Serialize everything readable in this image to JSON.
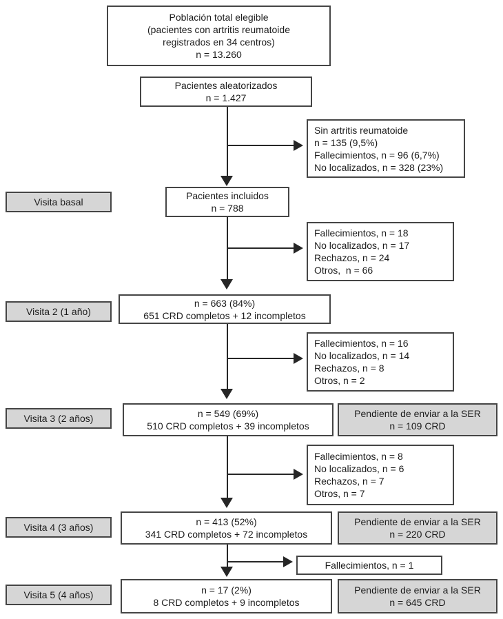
{
  "flowchart": {
    "colors": {
      "box_border": "#454545",
      "gray_fill": "#d6d6d6",
      "white_fill": "#ffffff",
      "line": "#262626",
      "text": "#1c1c1c"
    },
    "main_boxes": {
      "eligible": {
        "lines": [
          "Población total elegible",
          "(pacientes con artritis reumatoide",
          "registrados en 34 centros)",
          "n = 13.260"
        ]
      },
      "randomized": {
        "lines": [
          "Pacientes aleatorizados",
          "n = 1.427"
        ]
      },
      "included": {
        "lines": [
          "Pacientes incluidos",
          "n = 788"
        ]
      },
      "visit2": {
        "lines": [
          "n = 663 (84%)",
          "651 CRD completos + 12 incompletos"
        ]
      },
      "visit3": {
        "lines": [
          "n = 549 (69%)",
          "510 CRD completos + 39 incompletos"
        ]
      },
      "visit4": {
        "lines": [
          "n = 413 (52%)",
          "341 CRD completos + 72 incompletos"
        ]
      },
      "visit5": {
        "lines": [
          "n = 17 (2%)",
          "8 CRD completos + 9 incompletos"
        ]
      }
    },
    "visit_labels": {
      "basal": "Visita basal",
      "v2": "Visita 2 (1 año)",
      "v3": "Visita 3 (2 años)",
      "v4": "Visita 4 (3 años)",
      "v5": "Visita 5 (4 años)"
    },
    "exclusion_boxes": {
      "after_randomized": {
        "lines": [
          "Sin artritis reumatoide",
          "n = 135 (9,5%)",
          "Fallecimientos, n = 96 (6,7%)",
          "No localizados, n = 328 (23%)"
        ]
      },
      "after_included": {
        "lines": [
          "Fallecimientos, n = 18",
          "No localizados, n = 17",
          "Rechazos, n = 24",
          "Otros,  n = 66"
        ]
      },
      "after_visit2": {
        "lines": [
          "Fallecimientos, n = 16",
          "No localizados, n = 14",
          "Rechazos, n = 8",
          "Otros, n = 2"
        ]
      },
      "after_visit3": {
        "lines": [
          "Fallecimientos, n = 8",
          "No localizados, n = 6",
          "Rechazos, n = 7",
          "Otros, n = 7"
        ]
      },
      "after_visit4": {
        "lines": [
          "Fallecimientos, n = 1"
        ]
      }
    },
    "pending_boxes": {
      "p1": {
        "lines": [
          "Pendiente de enviar a la SER",
          "n = 109 CRD"
        ]
      },
      "p2": {
        "lines": [
          "Pendiente de enviar a la SER",
          "n = 220 CRD"
        ]
      },
      "p3": {
        "lines": [
          "Pendiente de enviar a la SER",
          "n = 645 CRD"
        ]
      }
    }
  }
}
